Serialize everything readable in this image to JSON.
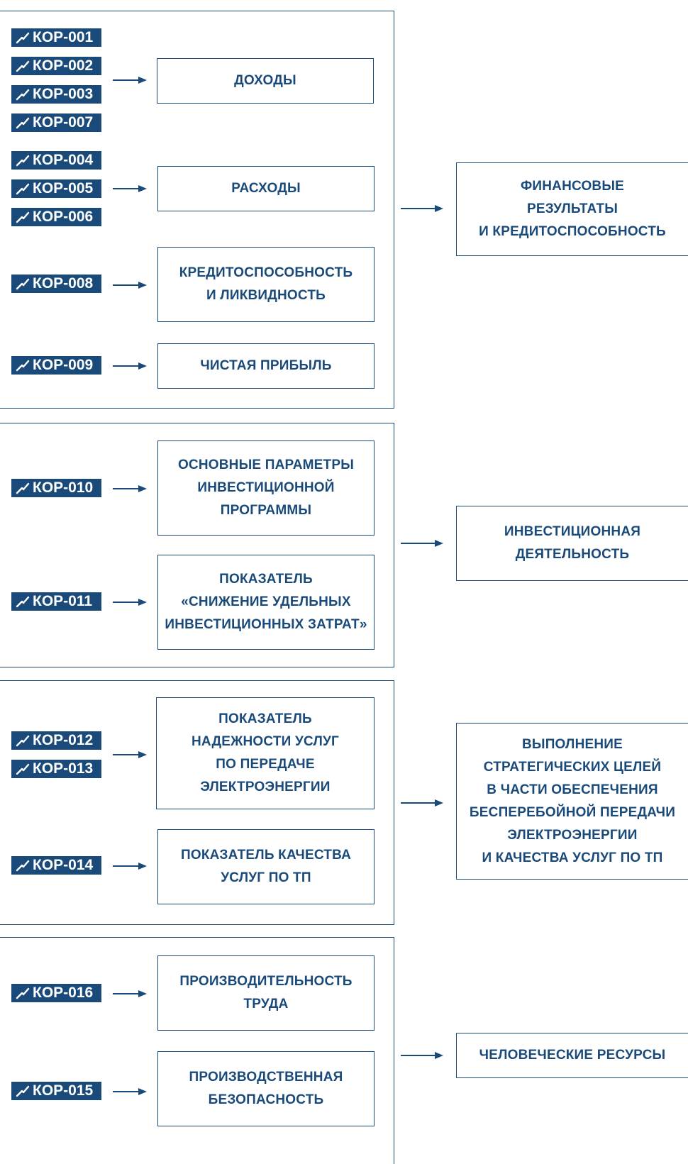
{
  "colors": {
    "primary": "#1a4a7a",
    "background": "#ffffff"
  },
  "icon": "trend-line-icon",
  "groups": [
    {
      "codes": [
        "КОР-001",
        "КОР-002",
        "КОР-003",
        "КОР-007",
        "КОР-004",
        "КОР-005",
        "КОР-006",
        "КОР-008",
        "КОР-009"
      ],
      "indicators": [
        "ДОХОДЫ",
        "РАСХОДЫ",
        "КРЕДИТОСПОСОБНОСТЬ\nИ ЛИКВИДНОСТЬ",
        "ЧИСТАЯ ПРИБЫЛЬ"
      ],
      "result": "ФИНАНСОВЫЕ\nРЕЗУЛЬТАТЫ\nИ КРЕДИТОСПОСОБНОСТЬ"
    },
    {
      "codes": [
        "КОР-010",
        "КОР-011"
      ],
      "indicators": [
        "ОСНОВНЫЕ ПАРАМЕТРЫ\nИНВЕСТИЦИОННОЙ\nПРОГРАММЫ",
        "ПОКАЗАТЕЛЬ\n«СНИЖЕНИЕ УДЕЛЬНЫХ\nИНВЕСТИЦИОННЫХ ЗАТРАТ»"
      ],
      "result": "ИНВЕСТИЦИОННАЯ\nДЕЯТЕЛЬНОСТЬ"
    },
    {
      "codes": [
        "КОР-012",
        "КОР-013",
        "КОР-014"
      ],
      "indicators": [
        "ПОКАЗАТЕЛЬ\nНАДЕЖНОСТИ УСЛУГ\nПО ПЕРЕДАЧЕ\nЭЛЕКТРОЭНЕРГИИ",
        "ПОКАЗАТЕЛЬ КАЧЕСТВА\nУСЛУГ ПО ТП"
      ],
      "result": "ВЫПОЛНЕНИЕ\nСТРАТЕГИЧЕСКИХ ЦЕЛЕЙ\nВ ЧАСТИ ОБЕСПЕЧЕНИЯ\nБЕСПЕРЕБОЙНОЙ ПЕРЕДАЧИ\nЭЛЕКТРОЭНЕРГИИ\nИ КАЧЕСТВА УСЛУГ ПО ТП"
    },
    {
      "codes": [
        "КОР-016",
        "КОР-015"
      ],
      "indicators": [
        "ПРОИЗВОДИТЕЛЬНОСТЬ\nТРУДА",
        "ПРОИЗВОДСТВЕННАЯ\nБЕЗОПАСНОСТЬ"
      ],
      "result": "ЧЕЛОВЕЧЕСКИЕ РЕСУРСЫ"
    }
  ]
}
